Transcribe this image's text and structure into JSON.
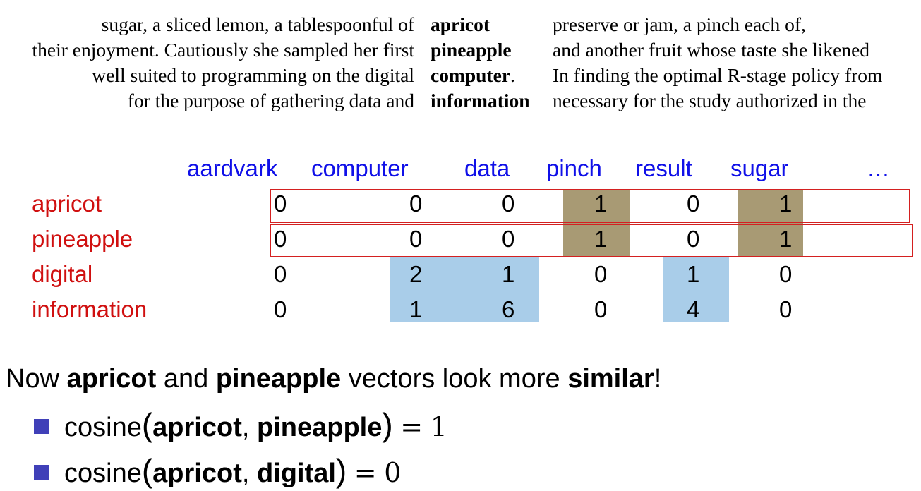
{
  "concordance": [
    {
      "left": "sugar, a sliced lemon, a tablespoonful of",
      "keyword": "apricot",
      "right": "preserve or jam, a pinch each of,"
    },
    {
      "left": "their enjoyment. Cautiously she sampled her first",
      "keyword": "pineapple",
      "right": "and another fruit whose taste she likened"
    },
    {
      "left": "well suited to programming on the digital",
      "keyword": "computer",
      "keyword_suffix": ".",
      "right": "In finding the optimal R-stage policy from"
    },
    {
      "left": "for the purpose of gathering data and",
      "keyword": "information",
      "right": "necessary for the study authorized in the"
    }
  ],
  "matrix": {
    "columns": [
      "aardvark",
      "computer",
      "data",
      "pinch",
      "result",
      "sugar",
      "…"
    ],
    "rows": [
      {
        "label": "apricot",
        "values": [
          "0",
          "0",
          "0",
          "1",
          "0",
          "1"
        ]
      },
      {
        "label": "pineapple",
        "values": [
          "0",
          "0",
          "0",
          "1",
          "0",
          "1"
        ]
      },
      {
        "label": "digital",
        "values": [
          "0",
          "2",
          "1",
          "0",
          "1",
          "0"
        ]
      },
      {
        "label": "information",
        "values": [
          "0",
          "1",
          "6",
          "0",
          "4",
          "0"
        ]
      }
    ],
    "colors": {
      "column_header": "#1010e8",
      "row_label": "#d01010",
      "highlight_tan": "#a89a74",
      "highlight_blue": "#a9cde9",
      "row_box": "#d42020"
    }
  },
  "claim": {
    "prefix": "Now ",
    "word1": "apricot",
    "middle1": " and ",
    "word2": "pineapple",
    "middle2": " vectors look more ",
    "word3": "similar",
    "suffix": "!"
  },
  "bullets": [
    {
      "fn": "cosine",
      "arg1": "apricot",
      "sep": ",",
      "arg2": "pineapple",
      "eq": "=",
      "value": "1"
    },
    {
      "fn": "cosine",
      "arg1": "apricot",
      "sep": ",",
      "arg2": "digital",
      "eq": "=",
      "value": "0"
    }
  ],
  "bullet_color": "#4040b8"
}
